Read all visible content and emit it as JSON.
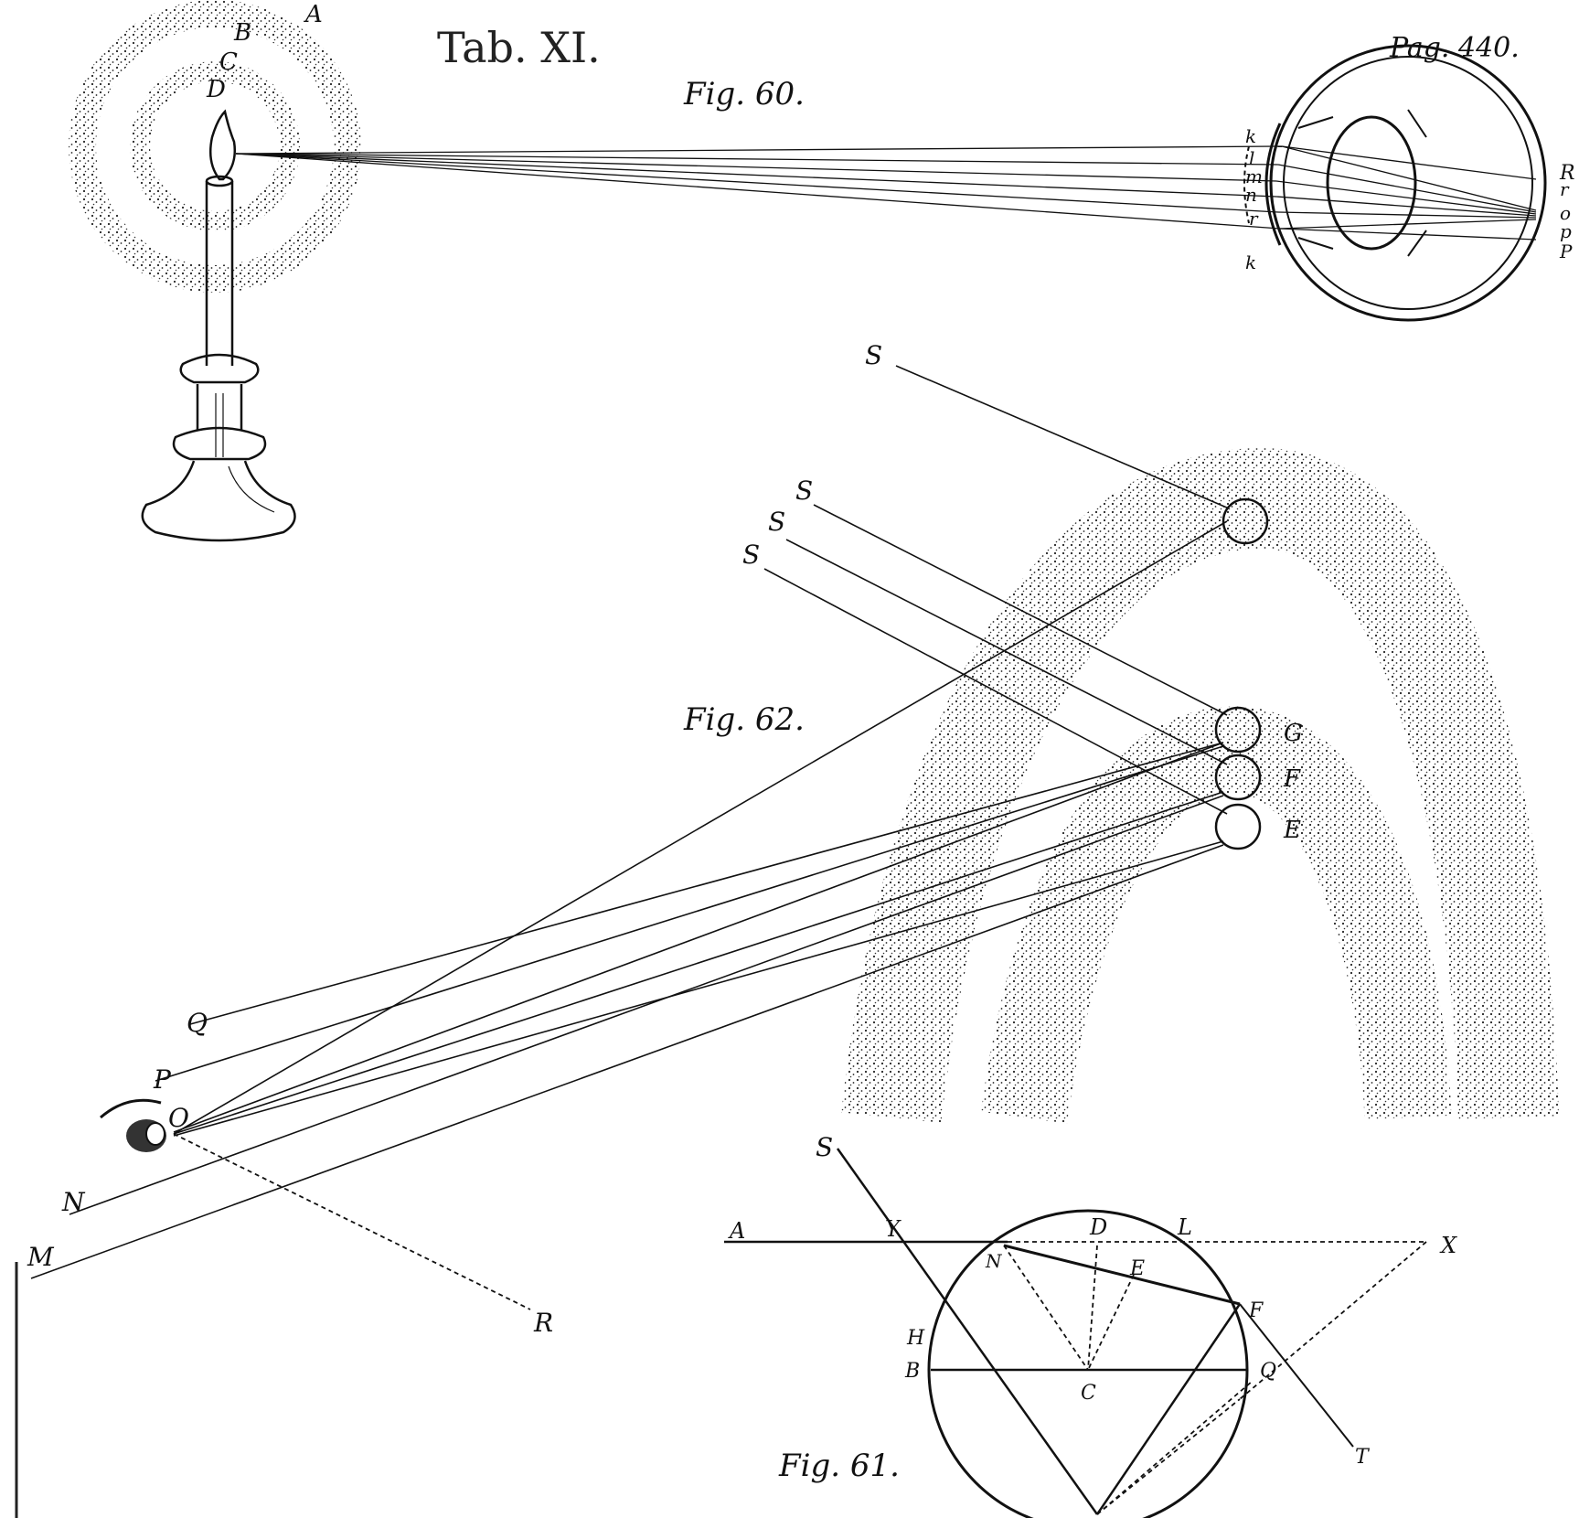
{
  "plate": {
    "title": "Tab. XI.",
    "page_ref": "Pag. 440."
  },
  "fig60": {
    "caption": "Fig. 60.",
    "labels": {
      "A": "A",
      "B": "B",
      "C": "C",
      "D": "D",
      "k_top": "k",
      "l": "l",
      "m": "m",
      "n": "n",
      "r": "r",
      "k_bottom": "k",
      "R": "R",
      "r_ret": "r",
      "o": "o",
      "p": "p",
      "P": "P"
    }
  },
  "fig62": {
    "caption": "Fig. 62.",
    "labels": {
      "S_top": "S",
      "S1": "S",
      "S2": "S",
      "S3": "S",
      "G": "G",
      "F": "F",
      "E": "E",
      "Q": "Q",
      "P": "P",
      "O": "O",
      "N": "N",
      "M": "M",
      "R": "R"
    }
  },
  "fig61": {
    "caption": "Fig. 61.",
    "labels": {
      "S": "S",
      "A": "A",
      "Y": "Y",
      "D": "D",
      "L": "L",
      "X": "X",
      "N": "N",
      "E": "E",
      "F": "F",
      "H": "H",
      "B": "B",
      "C": "C",
      "Q": "Q",
      "T": "T"
    }
  }
}
